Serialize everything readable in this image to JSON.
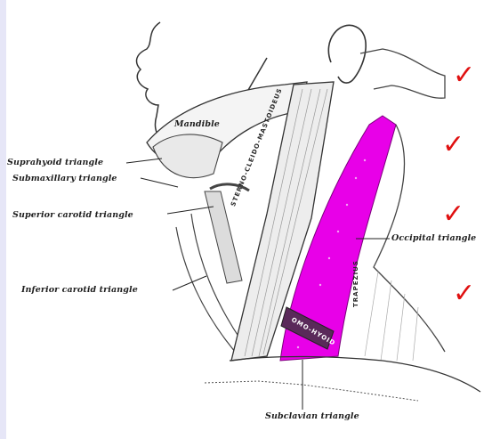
{
  "labels": {
    "mandible": "Mandible",
    "suprahyoid": "Suprahyoid triangle",
    "submaxillary": "Submaxillary triangle",
    "superior_carotid": "Superior carotid triangle",
    "inferior_carotid": "Inferior carotid triangle",
    "occipital": "Occipital triangle",
    "subclavian": "Subclavian triangle",
    "sternomastoid": "STERNO-CLEIDO-MASTOIDEUS",
    "trapezius": "TRAPEZIUS",
    "omohyoid": "OMO-HYOID"
  },
  "checkmarks": [
    "✓",
    "✓",
    "✓",
    "✓"
  ],
  "colors": {
    "highlight": "#e800e8",
    "check": "#e01010",
    "left_strip": "#e6e6f7"
  }
}
